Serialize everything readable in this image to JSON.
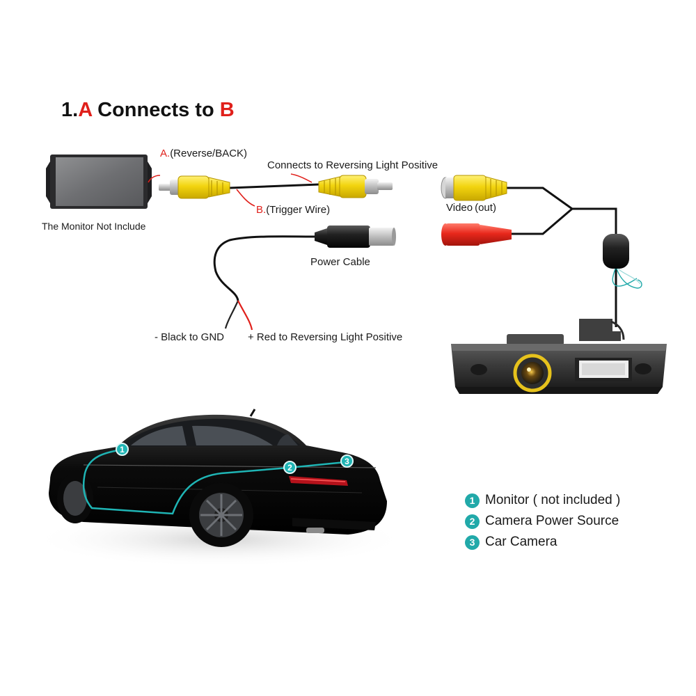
{
  "title": {
    "prefix": "1.",
    "a": "A",
    "middle": " Connects to ",
    "b": "B"
  },
  "monitor": {
    "caption": "The Monitor Not Include"
  },
  "labels": {
    "a_letter": "A.",
    "a_text": "(Reverse/BACK)",
    "b_letter": "B.",
    "b_text": "(Trigger Wire)",
    "connects_to_reversing": "Connects to Reversing Light Positive",
    "power_cable": "Power Cable",
    "black_to_gnd": "- Black to GND",
    "red_to_reversing": "+ Red to Reversing Light Positive",
    "video_out": "Video (out)"
  },
  "car_markers": [
    "1",
    "2",
    "3"
  ],
  "legend": [
    {
      "number": "1",
      "text": "Monitor ( not included )"
    },
    {
      "number": "2",
      "text": "Camera Power Source"
    },
    {
      "number": "3",
      "text": "Car Camera"
    }
  ],
  "colors": {
    "accent_red": "#e0201b",
    "rca_yellow": "#f2d40f",
    "rca_red": "#e8281c",
    "teal": "#21a9a9",
    "wire": "#111111"
  }
}
